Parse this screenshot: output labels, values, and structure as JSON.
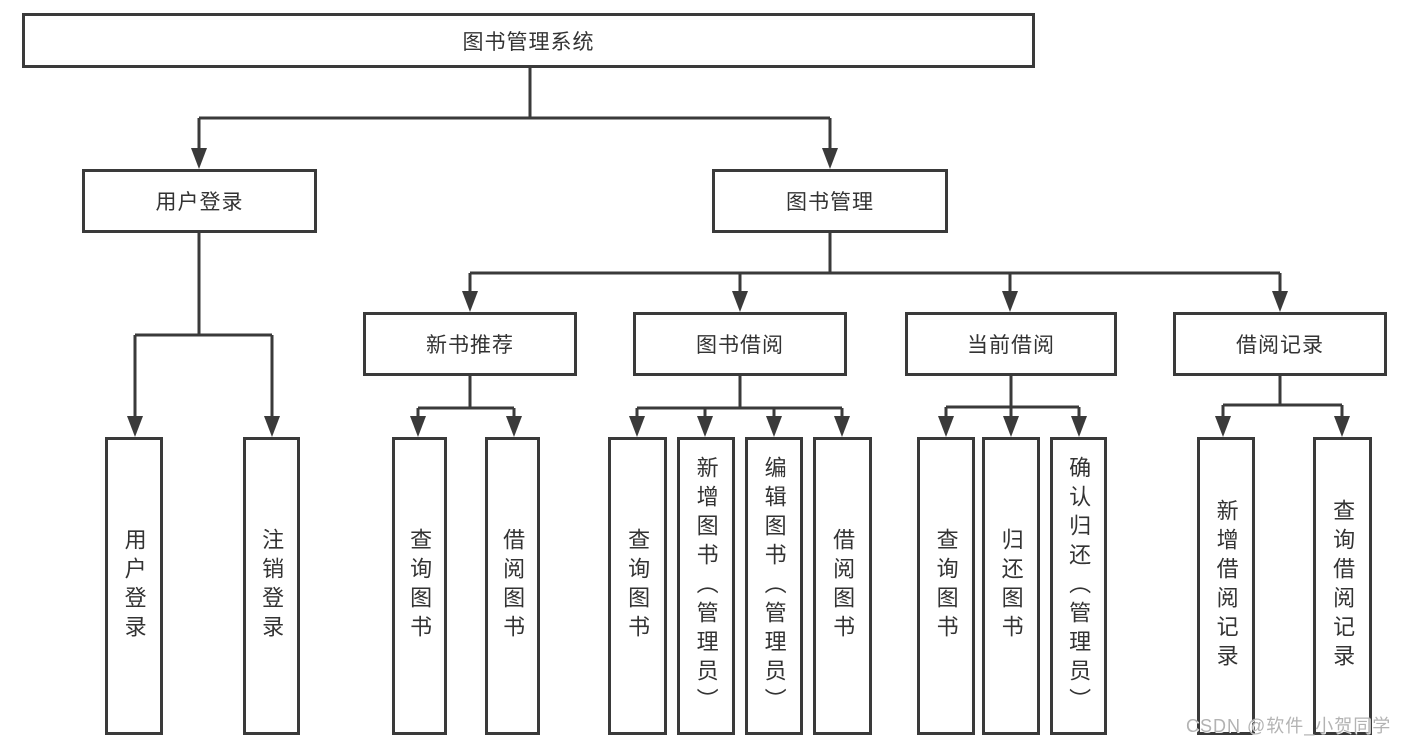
{
  "colors": {
    "background": "#ffffff",
    "box_border": "#3a3a3a",
    "connector_line": "#3a3a3a",
    "text": "#333333",
    "watermark": "#b3b3b3"
  },
  "tree": {
    "root": {
      "label": "图书管理系统"
    },
    "branches": [
      {
        "label": "用户登录",
        "children": [
          {
            "label": "用户登录"
          },
          {
            "label": "注销登录"
          }
        ]
      },
      {
        "label": "图书管理",
        "children": [
          {
            "label": "新书推荐",
            "children": [
              {
                "label": "查询图书"
              },
              {
                "label": "借阅图书"
              }
            ]
          },
          {
            "label": "图书借阅",
            "children": [
              {
                "label": "查询图书"
              },
              {
                "label": "新增图书（管理员）"
              },
              {
                "label": "编辑图书（管理员）"
              },
              {
                "label": "借阅图书"
              }
            ]
          },
          {
            "label": "当前借阅",
            "children": [
              {
                "label": "查询图书"
              },
              {
                "label": "归还图书"
              },
              {
                "label": "确认归还（管理员）"
              }
            ]
          },
          {
            "label": "借阅记录",
            "children": [
              {
                "label": "新增借阅记录"
              },
              {
                "label": "查询借阅记录"
              }
            ]
          }
        ]
      }
    ]
  },
  "watermark": {
    "text": "CSDN @软件_小贺同学"
  }
}
